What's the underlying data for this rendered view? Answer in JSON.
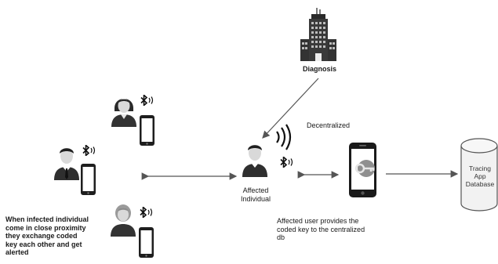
{
  "labels": {
    "diagnosis": "Diagnosis",
    "decentralized": "Decentralized",
    "affected_line1": "Affected",
    "affected_line2": "Individual",
    "database_line1": "Tracing",
    "database_line2": "App",
    "database_line3": "Database",
    "left_caption": [
      "When infected individual",
      "come in close proximity",
      "they exchange  coded",
      "key each other and get",
      "alerted"
    ],
    "right_caption": [
      "Affected user provides the",
      "coded key to the centralized",
      "db"
    ]
  },
  "icons": {
    "hospital": "hospital-building-icon",
    "person": "person-icon",
    "bluetooth": "bluetooth-icon",
    "phone": "smartphone-icon",
    "key": "key-icon",
    "database": "database-cylinder-icon",
    "signal": "wireless-signal-icon"
  },
  "colors": {
    "ink": "#1a1a1a",
    "arrow": "#555555",
    "database_fill": "#f2f2f2"
  }
}
